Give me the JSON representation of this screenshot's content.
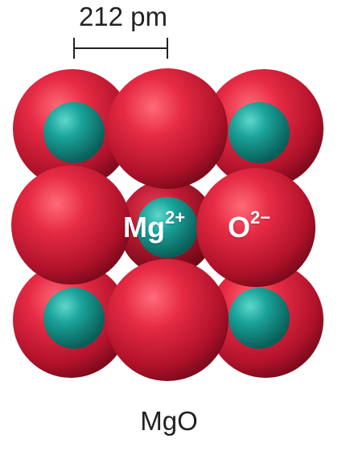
{
  "scale": {
    "label": "212 pm"
  },
  "ions": {
    "cation": {
      "symbol": "Mg",
      "charge": "2+"
    },
    "anion": {
      "symbol": "O",
      "charge": "2−"
    }
  },
  "caption": "MgO",
  "colors": {
    "oxide": "#d8203a",
    "magnesium": "#1aa39a",
    "background": "#ffffff",
    "text": "#222222"
  }
}
